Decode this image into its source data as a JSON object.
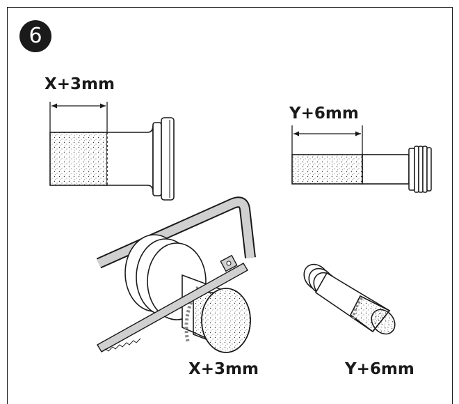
{
  "step": {
    "number": "6"
  },
  "labels": {
    "top_left_dimension": "X+3mm",
    "top_right_dimension": "Y+6mm",
    "bottom_left_caption": "X+3mm",
    "bottom_right_caption": "Y+6mm"
  },
  "colors": {
    "ink": "#1a1a1a",
    "cut_marker": "#8a8a8a",
    "saw_frame": "#d0d0d0",
    "stipple": "#3a3a3a"
  }
}
